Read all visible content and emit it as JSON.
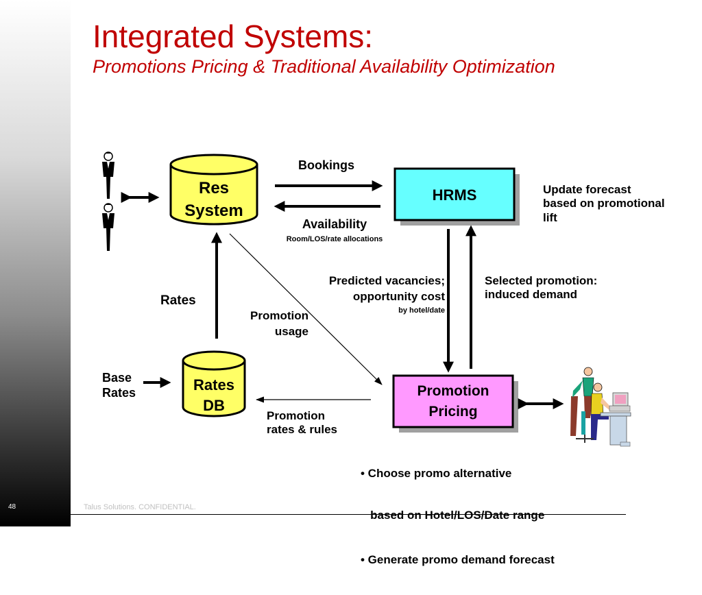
{
  "slide": {
    "title": "Integrated Systems:",
    "subtitle": "Promotions Pricing & Traditional Availability Optimization",
    "footer": "Talus Solutions. CONFIDENTIAL.",
    "page_number": "48"
  },
  "nodes": {
    "res_system": {
      "line1": "Res",
      "line2": "System"
    },
    "hrms": {
      "label": "HRMS"
    },
    "rates_db": {
      "line1": "Rates",
      "line2": "DB"
    },
    "promotion_pricing": {
      "line1": "Promotion",
      "line2": "Pricing"
    }
  },
  "edges": {
    "bookings": "Bookings",
    "availability": "Availability",
    "availability_sub": "Room/LOS/rate allocations",
    "rates": "Rates",
    "promotion_usage": [
      "Promotion",
      "usage"
    ],
    "predicted_vacancies": [
      "Predicted vacancies;",
      "opportunity cost"
    ],
    "predicted_sub": "by hotel/date",
    "selected_promotion": [
      "Selected promotion:",
      "induced demand"
    ],
    "promotion_rates_rules": [
      "Promotion",
      "rates & rules"
    ],
    "base_rates": [
      "Base",
      "Rates"
    ]
  },
  "notes": {
    "update_forecast": [
      "Update forecast",
      "based on promotional",
      "lift"
    ],
    "promo_bullets": [
      "• Choose promo alternative",
      "   based on Hotel/LOS/Date range",
      "• Generate promo demand forecast"
    ]
  },
  "colors": {
    "accent": "#c00000",
    "cylinder_fill": "#ffff66",
    "hrms_fill": "#66ffff",
    "promotion_fill": "#ff99ff",
    "shadow": "#a0a0a0"
  }
}
